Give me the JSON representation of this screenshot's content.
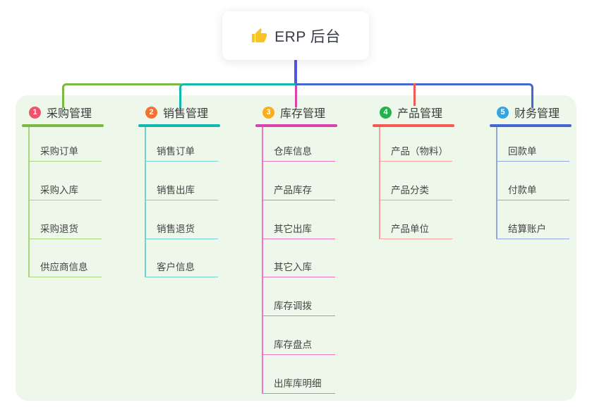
{
  "canvas": {
    "panel_background": "#edf8ea",
    "root_connector_color": "#5356e2"
  },
  "root": {
    "label": "ERP 后台",
    "icon": "thumbs-up-icon",
    "icon_color": "#f7c325"
  },
  "branches": [
    {
      "index": "1",
      "label": "采购管理",
      "badge_color": "#f4506e",
      "line_color": "#7cb843",
      "child_line_color": "#a9d37f",
      "children": [
        "采购订单",
        "采购入库",
        "采购退货",
        "供应商信息"
      ]
    },
    {
      "index": "2",
      "label": "销售管理",
      "badge_color": "#f3702e",
      "line_color": "#12b7ae",
      "child_line_color": "#72d3cc",
      "children": [
        "销售订单",
        "销售出库",
        "销售退货",
        "客户信息"
      ]
    },
    {
      "index": "3",
      "label": "库存管理",
      "badge_color": "#fcad19",
      "line_color": "#d943ae",
      "child_line_color": "#f075c3",
      "children": [
        "仓库信息",
        "产品库存",
        "其它出库",
        "其它入库",
        "库存调拨",
        "库存盘点",
        "出库库明细"
      ]
    },
    {
      "index": "4",
      "label": "产品管理",
      "badge_color": "#22b14c",
      "line_color": "#f15b51",
      "child_line_color": "#f7a29b",
      "children": [
        "产品（物料）",
        "产品分类",
        "产品单位"
      ]
    },
    {
      "index": "5",
      "label": "财务管理",
      "badge_color": "#34a5e0",
      "line_color": "#4466d0",
      "child_line_color": "#92a6e3",
      "children": [
        "回款单",
        "付款单",
        "结算账户"
      ]
    }
  ]
}
